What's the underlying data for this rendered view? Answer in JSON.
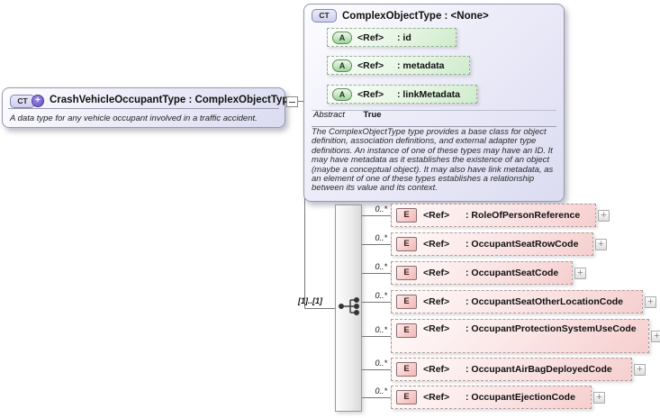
{
  "main_type": {
    "badge": "CT",
    "badge_plus": "+",
    "title": "CrashVehicleOccupantType : ComplexObjectType",
    "description": "A data type for any vehicle occupant involved in a traffic accident."
  },
  "base_type": {
    "badge": "CT",
    "title": "ComplexObjectType : <None>",
    "attributes": [
      {
        "icon": "A",
        "ref": "<Ref>",
        "name": ": id"
      },
      {
        "icon": "A",
        "ref": "<Ref>",
        "name": ": metadata"
      },
      {
        "icon": "A",
        "ref": "<Ref>",
        "name": ": linkMetadata"
      }
    ],
    "abstract_label": "Abstract",
    "abstract_value": "True",
    "documentation": "The ComplexObjectType type provides a base class for object definition, association definitions, and external adapter type definitions. An instance of one of these types may have an ID. It may have metadata as it establishes the existence of an object (maybe a conceptual object). It may also have link metadata, as an element of one of these types establishes a relationship between its value and its context."
  },
  "sequence_group": {
    "multiplicity": "[1]..[1]",
    "elements": [
      {
        "icon": "E",
        "occurs": "0..*",
        "ref": "<Ref>",
        "name": ": RoleOfPersonReference"
      },
      {
        "icon": "E",
        "occurs": "0..*",
        "ref": "<Ref>",
        "name": ": OccupantSeatRowCode"
      },
      {
        "icon": "E",
        "occurs": "0..*",
        "ref": "<Ref>",
        "name": ": OccupantSeatCode"
      },
      {
        "icon": "E",
        "occurs": "0..*",
        "ref": "<Ref>",
        "name": ": OccupantSeatOtherLocationCode"
      },
      {
        "icon": "E",
        "occurs": "0..*",
        "ref": "<Ref>",
        "name": ": OccupantProtectionSystemUseCode"
      },
      {
        "icon": "E",
        "occurs": "0..*",
        "ref": "<Ref>",
        "name": ": OccupantAirBagDeployedCode"
      },
      {
        "icon": "E",
        "occurs": "0..*",
        "ref": "<Ref>",
        "name": ": OccupantEjectionCode"
      }
    ]
  },
  "labels": {
    "plus": "+"
  },
  "colors": {
    "box_fill": "#e6e6f7",
    "attr_fill": "#ddf2db",
    "element_fill": "#f8d8d8",
    "line": "#777777",
    "border": "#999999"
  }
}
